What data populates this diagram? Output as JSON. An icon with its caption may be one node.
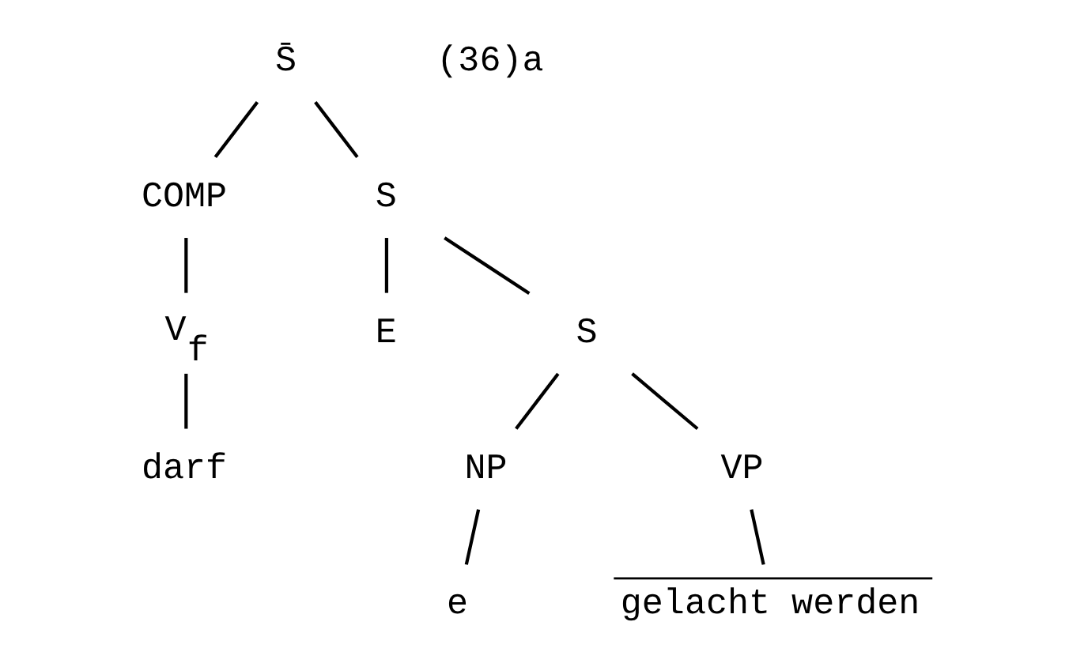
{
  "diagram": {
    "nodes": [
      {
        "text": [
          "S̄"
        ]
      },
      {
        "text": [
          "COMP"
        ]
      },
      {
        "text": [
          "S"
        ]
      },
      {
        "text": [
          "V$_{f}$"
        ]
      },
      {
        "text": [
          "E"
        ]
      },
      {
        "text": [
          "S"
        ]
      },
      {
        "text": [
          "darf"
        ]
      },
      {
        "text": [
          "NP"
        ]
      },
      {
        "text": [
          "VP"
        ]
      },
      {
        "text": [
          "e"
        ]
      },
      {
        "text": [
          "gelacht werden"
        ]
      }
    ],
    "edges": [
      {
        "from": 0,
        "to": 1,
        "arrow": "none"
      },
      {
        "from": 0,
        "to": 2,
        "arrow": "none"
      },
      {
        "from": 1,
        "to": 3,
        "arrow": "none"
      },
      {
        "from": 3,
        "to": 6,
        "arrow": "none"
      },
      {
        "from": 2,
        "to": 4,
        "arrow": "none"
      },
      {
        "from": 2,
        "to": 5,
        "arrow": "none"
      },
      {
        "from": 5,
        "to": 7,
        "arrow": "none"
      },
      {
        "from": 5,
        "to": 8,
        "arrow": "none"
      },
      {
        "from": 7,
        "to": 9,
        "arrow": "none"
      },
      {
        "from": 8,
        "to": 10,
        "arrow": "none"
      }
    ],
    "labels": [
      "(36)a"
    ]
  }
}
